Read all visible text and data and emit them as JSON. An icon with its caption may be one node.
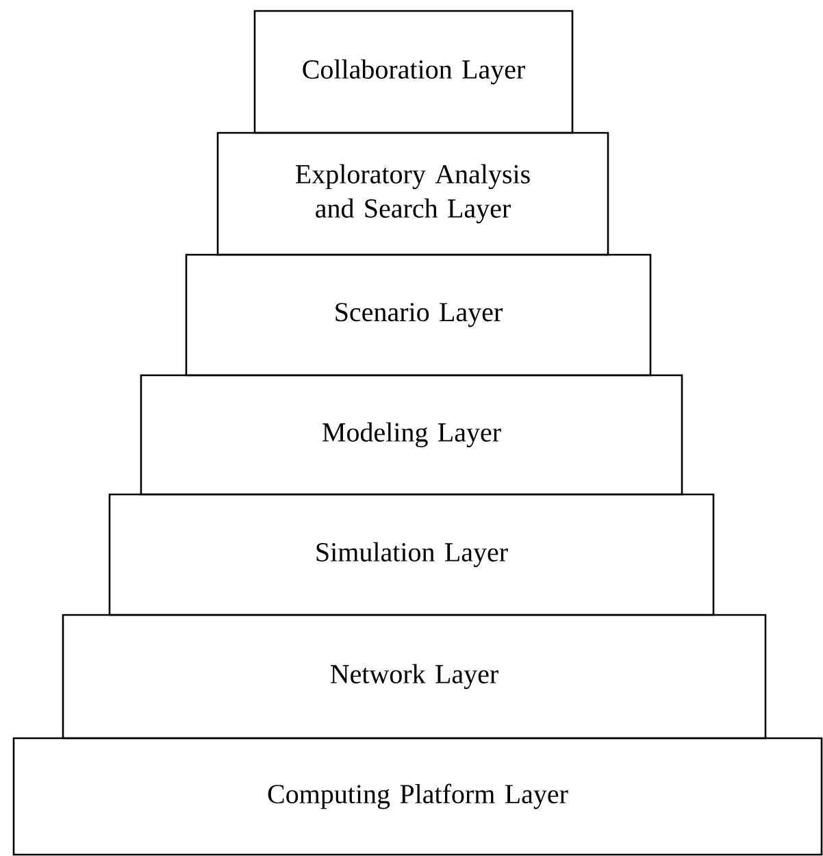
{
  "diagram": {
    "nodes": [
      {
        "text": [
          "Collaboration Layer"
        ]
      },
      {
        "text": [
          "Exploratory Analysis and Search Layer"
        ]
      },
      {
        "text": [
          "Scenario Layer"
        ]
      },
      {
        "text": [
          "Modeling Layer"
        ]
      },
      {
        "text": [
          "Simulation Layer"
        ]
      },
      {
        "text": [
          "Network Layer"
        ]
      },
      {
        "text": [
          "Computing Platform Layer"
        ]
      }
    ]
  }
}
